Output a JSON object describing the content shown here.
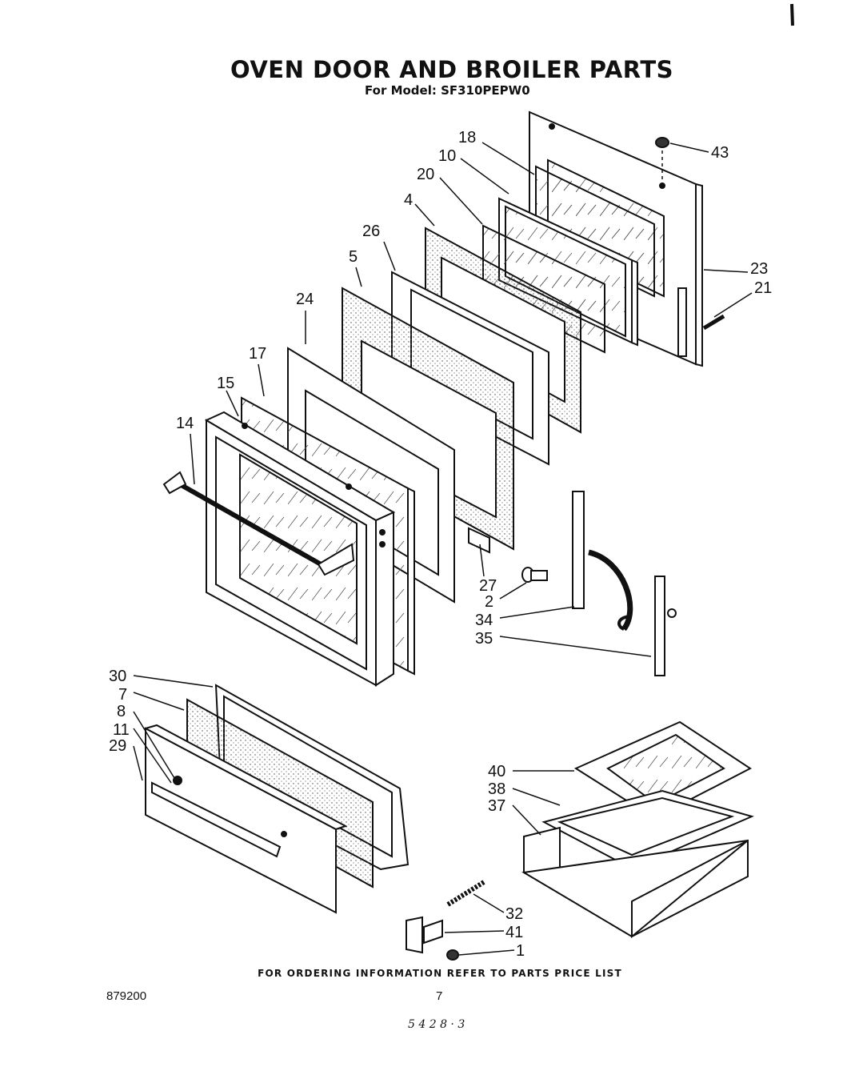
{
  "header": {
    "title": "OVEN DOOR AND BROILER PARTS",
    "subtitle": "For Model: SF310PEPW0"
  },
  "footer": {
    "ordering_note": "FOR ORDERING INFORMATION REFER TO PARTS PRICE LIST",
    "doc_number": "879200",
    "page_number": "7",
    "handwritten_note": "5 4 2   8 · 3"
  },
  "callouts": {
    "p18": "18",
    "p10": "10",
    "p20": "20",
    "p4": "4",
    "p26": "26",
    "p5": "5",
    "p24": "24",
    "p17": "17",
    "p15": "15",
    "p14": "14",
    "p43": "43",
    "p23": "23",
    "p21": "21",
    "p27": "27",
    "p2": "2",
    "p34": "34",
    "p35": "35",
    "p30": "30",
    "p7": "7",
    "p8": "8",
    "p11": "11",
    "p29": "29",
    "p40": "40",
    "p38": "38",
    "p37": "37",
    "p32": "32",
    "p41": "41",
    "p1": "1"
  }
}
